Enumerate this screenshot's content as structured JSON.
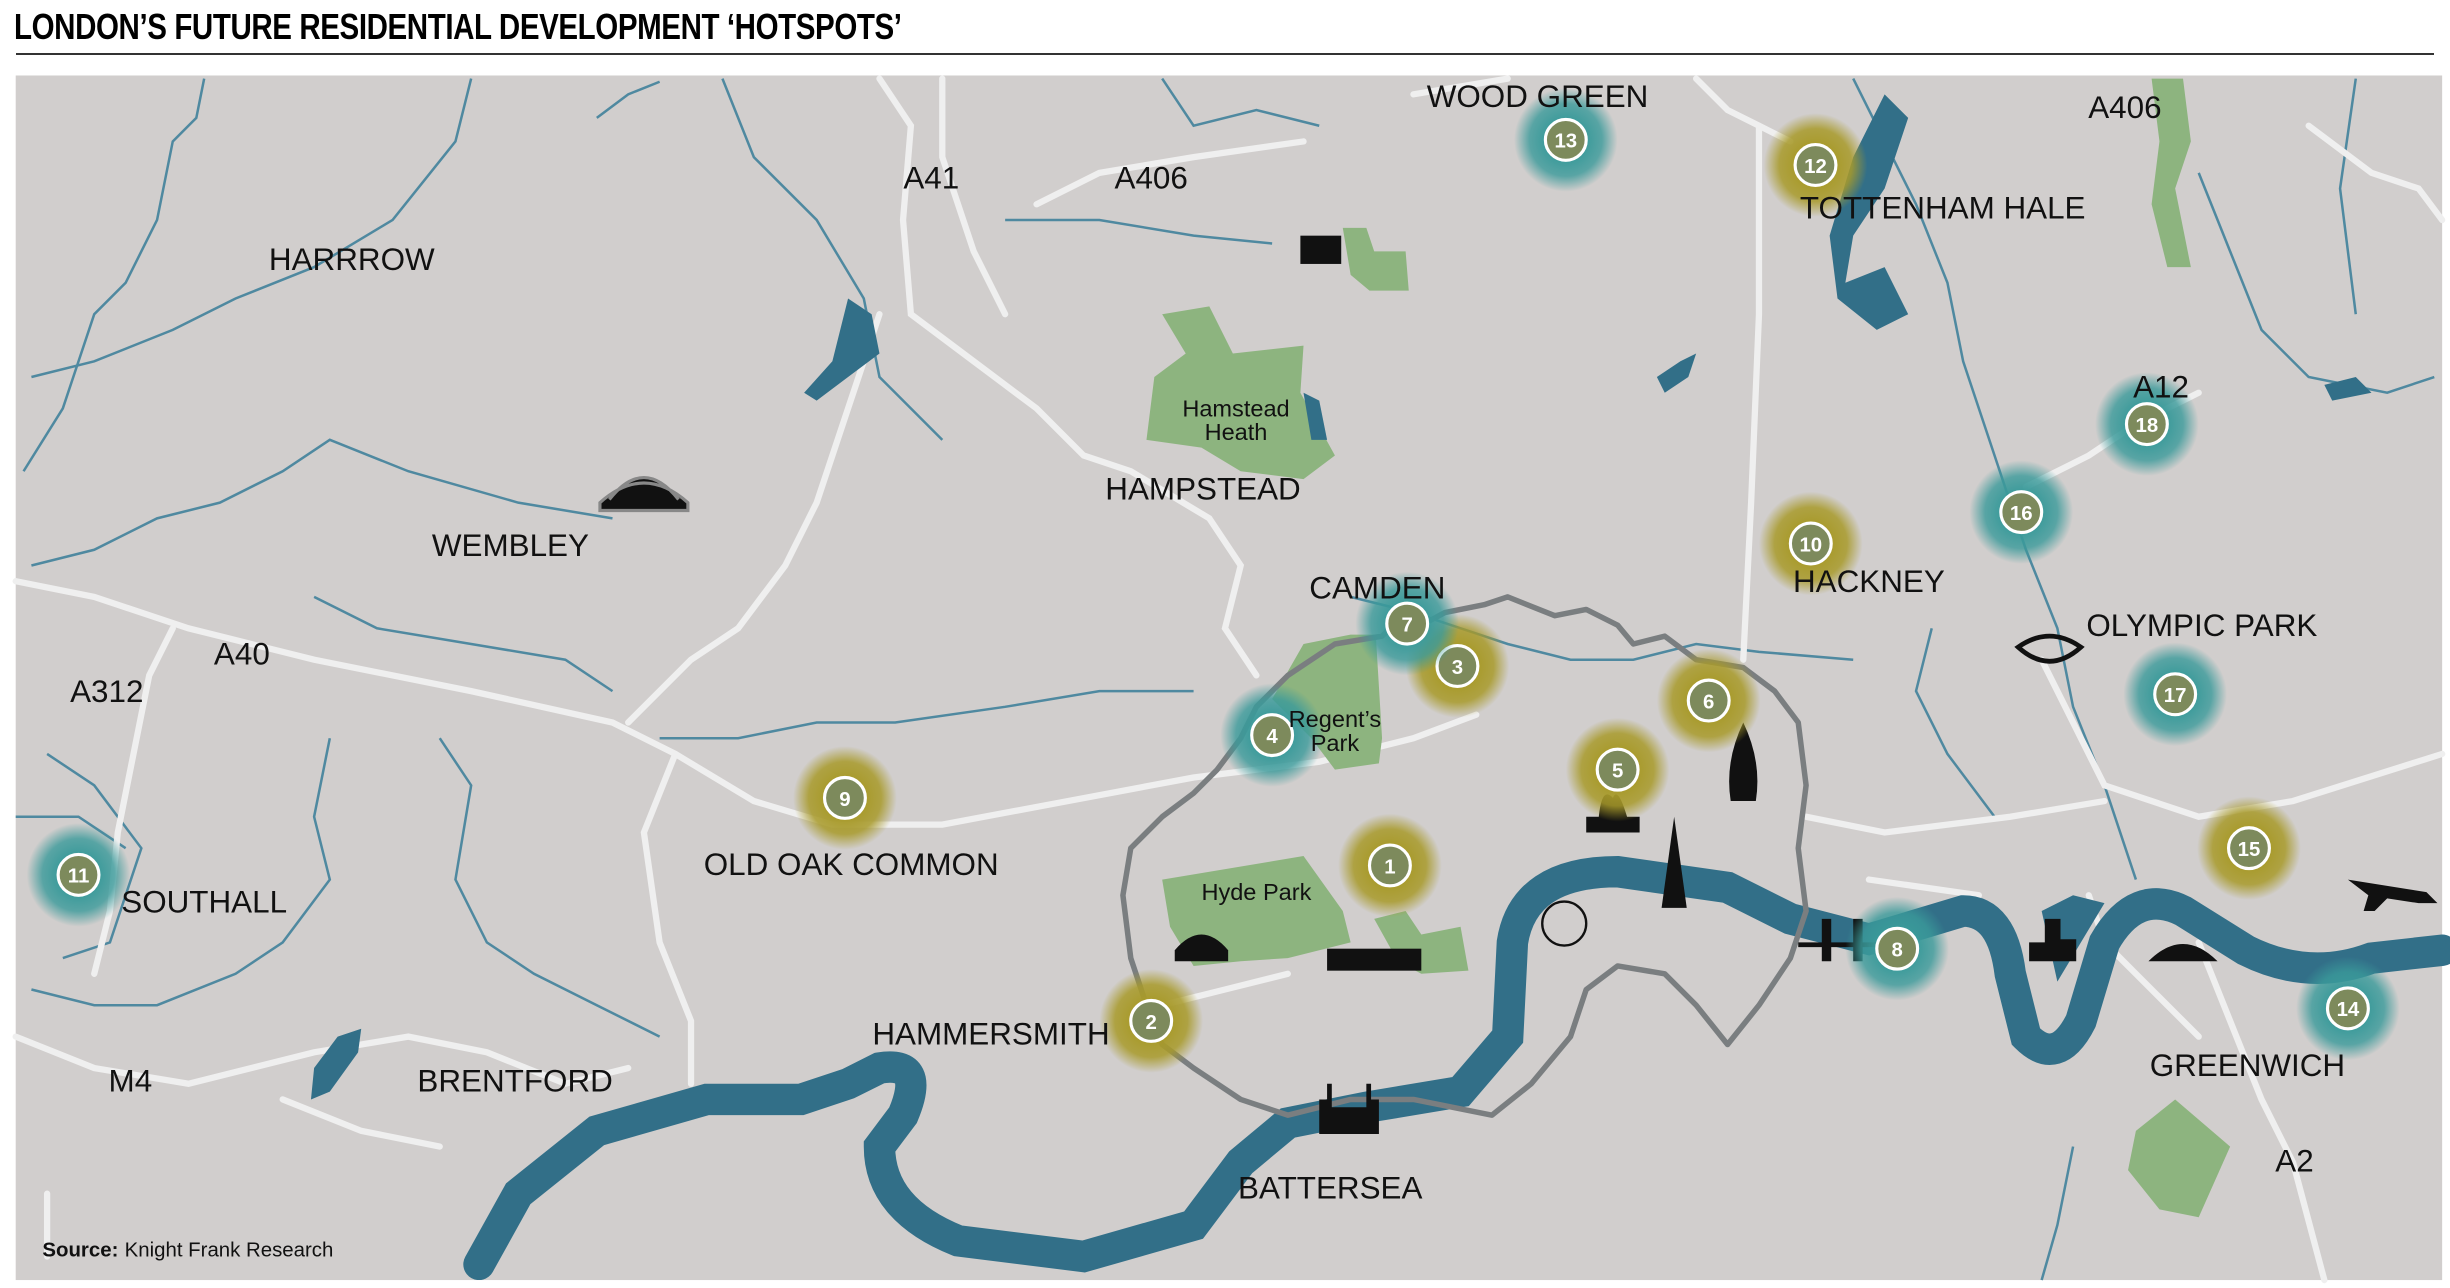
{
  "title": "LONDON’S FUTURE RESIDENTIAL DEVELOPMENT ‘HOTSPOTS’",
  "source": {
    "label": "Source:",
    "text": "Knight Frank Research"
  },
  "colors": {
    "background": "#d1cecd",
    "river": "#326f88",
    "park": "#8db47f",
    "road": "#efefef",
    "boundary": "#7a7e80",
    "hotspot_gold": "#a89a2a",
    "hotspot_teal": "#3a9a9a",
    "marker": "#7d8a5c"
  },
  "places": {
    "wood_green": "WOOD GREEN",
    "a406_east": "A406",
    "a41": "A41",
    "a406_west": "A406",
    "harrow": "HARRROW",
    "tottenham_hale": "TOTTENHAM HALE",
    "hampstead_heath_1": "Hamstead",
    "hampstead_heath_2": "Heath",
    "a12": "A12",
    "hampstead": "HAMPSTEAD",
    "wembley": "WEMBLEY",
    "hackney": "HACKNEY",
    "camden": "CAMDEN",
    "olympic_park": "OLYMPIC PARK",
    "a312": "A312",
    "a40": "A40",
    "regents_park_1": "Regent’s",
    "regents_park_2": "Park",
    "old_oak_common": "OLD OAK COMMON",
    "southall": "SOUTHALL",
    "hyde_park": "Hyde Park",
    "hammersmith": "HAMMERSMITH",
    "m4": "M4",
    "brentford": "BRENTFORD",
    "greenwich": "GREENWICH",
    "a2": "A2",
    "battersea": "BATTERSEA"
  },
  "hotspots": [
    {
      "n": "1",
      "type": "gold"
    },
    {
      "n": "2",
      "type": "gold"
    },
    {
      "n": "3",
      "type": "gold"
    },
    {
      "n": "4",
      "type": "teal"
    },
    {
      "n": "5",
      "type": "gold"
    },
    {
      "n": "6",
      "type": "gold"
    },
    {
      "n": "7",
      "type": "teal"
    },
    {
      "n": "8",
      "type": "teal"
    },
    {
      "n": "9",
      "type": "gold"
    },
    {
      "n": "10",
      "type": "gold"
    },
    {
      "n": "11",
      "type": "teal"
    },
    {
      "n": "12",
      "type": "gold"
    },
    {
      "n": "13",
      "type": "teal"
    },
    {
      "n": "14",
      "type": "teal"
    },
    {
      "n": "15",
      "type": "gold"
    },
    {
      "n": "16",
      "type": "teal"
    },
    {
      "n": "17",
      "type": "teal"
    },
    {
      "n": "18",
      "type": "teal"
    }
  ]
}
